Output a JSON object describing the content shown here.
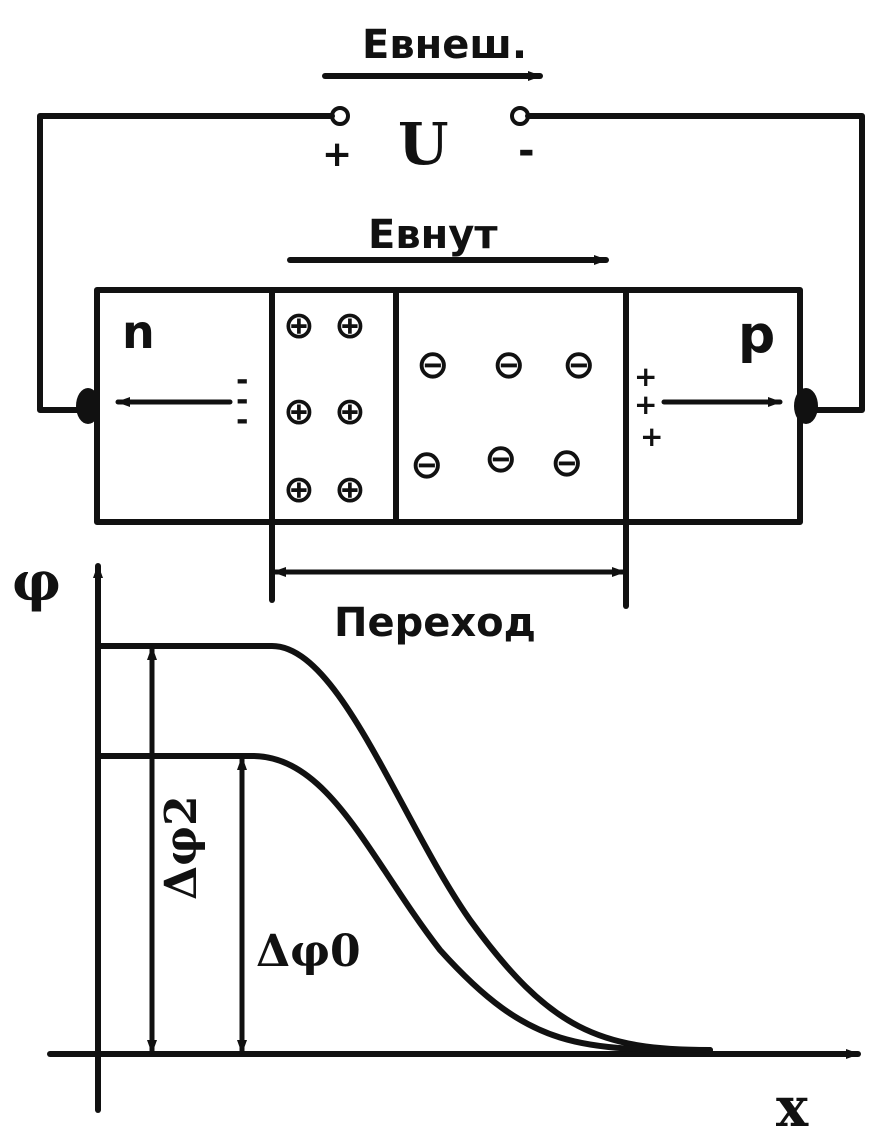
{
  "external_field": {
    "label": "Евнеш."
  },
  "voltage": {
    "label": "U",
    "plus": "+",
    "minus": "-"
  },
  "internal_field": {
    "label": "Евнут"
  },
  "regions": {
    "n_label": "n",
    "p_label": "p"
  },
  "charges": {
    "positive_symbol": "⊕",
    "negative_symbol": "⊖",
    "left_minus": [
      "-",
      "-",
      "-"
    ],
    "right_plus": [
      "+",
      "+",
      "+"
    ]
  },
  "junction": {
    "label": "Переход"
  },
  "graph": {
    "y_axis_label": "φ",
    "x_axis_label": "x",
    "delta_phi_2": "Δφ2",
    "delta_phi_0": "Δφ0"
  }
}
